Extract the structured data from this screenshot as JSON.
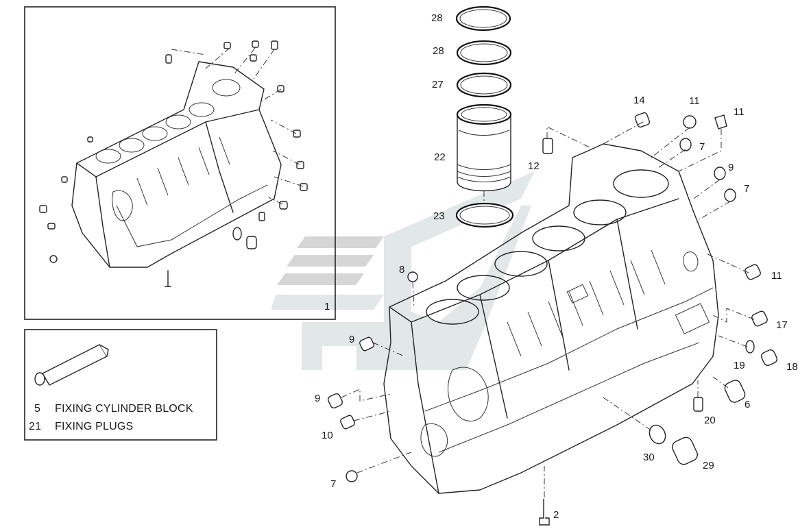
{
  "diagram": {
    "inset_label": "1",
    "legend": [
      {
        "number": "5",
        "text": "FIXING CYLINDER BLOCK"
      },
      {
        "number": "21",
        "text": "FIXING PLUGS"
      }
    ],
    "callouts": [
      {
        "id": "c28a",
        "text": "28"
      },
      {
        "id": "c28b",
        "text": "28"
      },
      {
        "id": "c27",
        "text": "27"
      },
      {
        "id": "c22",
        "text": "22"
      },
      {
        "id": "c12",
        "text": "12"
      },
      {
        "id": "c23",
        "text": "23"
      },
      {
        "id": "c14",
        "text": "14"
      },
      {
        "id": "c11a",
        "text": "11"
      },
      {
        "id": "c11b",
        "text": "11"
      },
      {
        "id": "c7a",
        "text": "7"
      },
      {
        "id": "c9a",
        "text": "9"
      },
      {
        "id": "c7b",
        "text": "7"
      },
      {
        "id": "c11c",
        "text": "11"
      },
      {
        "id": "c8",
        "text": "8"
      },
      {
        "id": "c17",
        "text": "17"
      },
      {
        "id": "c9b",
        "text": "9"
      },
      {
        "id": "c19",
        "text": "19"
      },
      {
        "id": "c18",
        "text": "18"
      },
      {
        "id": "c6",
        "text": "6"
      },
      {
        "id": "c9c",
        "text": "9"
      },
      {
        "id": "c20",
        "text": "20"
      },
      {
        "id": "c10",
        "text": "10"
      },
      {
        "id": "c30",
        "text": "30"
      },
      {
        "id": "c29",
        "text": "29"
      },
      {
        "id": "c7c",
        "text": "7"
      },
      {
        "id": "c2",
        "text": "2"
      }
    ]
  }
}
